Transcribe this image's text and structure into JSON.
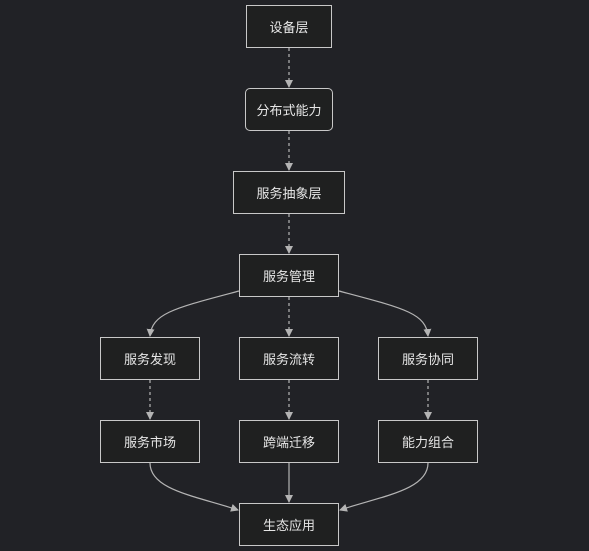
{
  "nodes": {
    "device": "设备层",
    "distributed": "分布式能力",
    "abstraction": "服务抽象层",
    "management": "服务管理",
    "discovery": "服务发现",
    "flow": "服务流转",
    "cooperation": "服务协同",
    "market": "服务市场",
    "migration": "跨端迁移",
    "combination": "能力组合",
    "ecosystem": "生态应用"
  },
  "colors": {
    "background": "#212226",
    "node_fill": "#1f2020",
    "node_border": "#c8c8c8",
    "text": "#e6e6e6",
    "edge": "#b4b4b4"
  },
  "edges": [
    {
      "from": "device",
      "to": "distributed",
      "style": "dashed"
    },
    {
      "from": "distributed",
      "to": "abstraction",
      "style": "dashed"
    },
    {
      "from": "abstraction",
      "to": "management",
      "style": "dashed"
    },
    {
      "from": "management",
      "to": "discovery",
      "style": "solid"
    },
    {
      "from": "management",
      "to": "flow",
      "style": "dashed"
    },
    {
      "from": "management",
      "to": "cooperation",
      "style": "solid"
    },
    {
      "from": "discovery",
      "to": "market",
      "style": "dashed"
    },
    {
      "from": "flow",
      "to": "migration",
      "style": "dashed"
    },
    {
      "from": "cooperation",
      "to": "combination",
      "style": "dashed"
    },
    {
      "from": "market",
      "to": "ecosystem",
      "style": "solid"
    },
    {
      "from": "migration",
      "to": "ecosystem",
      "style": "solid"
    },
    {
      "from": "combination",
      "to": "ecosystem",
      "style": "solid"
    }
  ]
}
